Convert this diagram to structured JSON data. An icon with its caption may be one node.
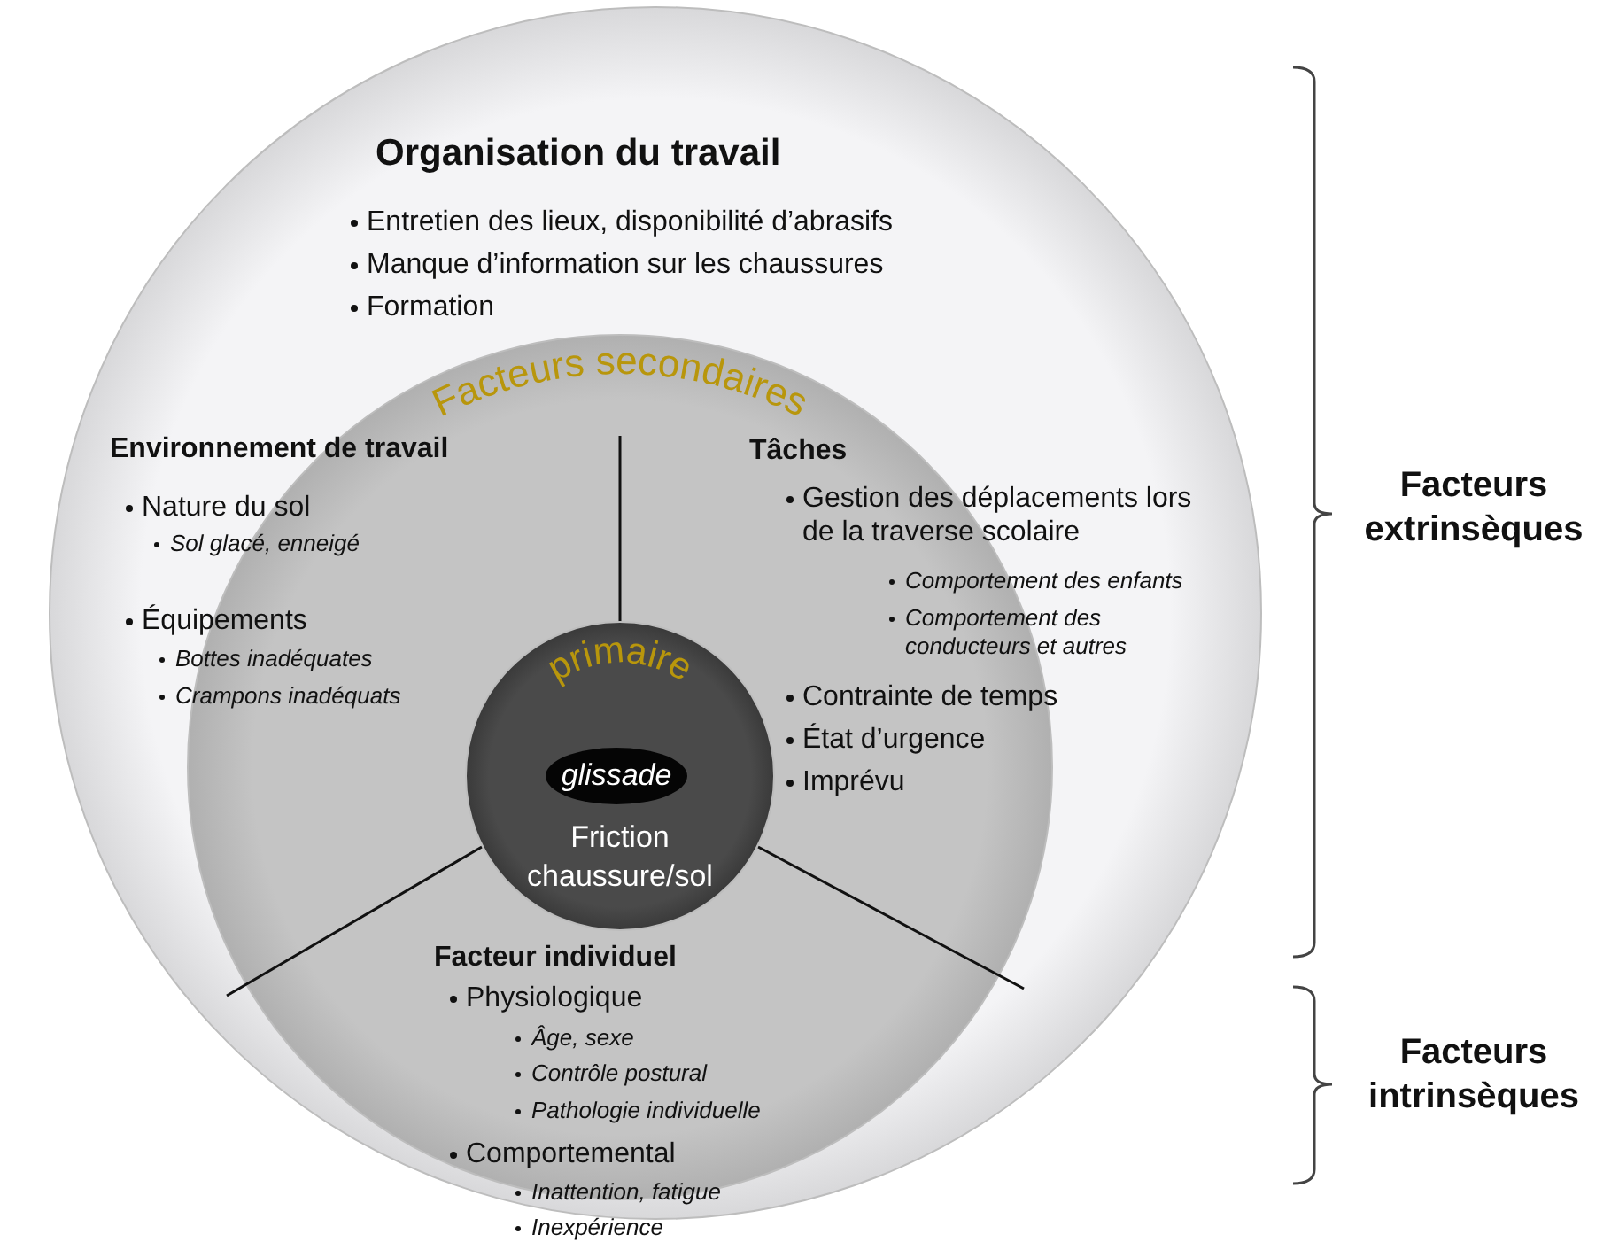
{
  "diagram": {
    "nodes": [
      {
        "text": [
          "Organisation du travail",
          "Entretien des lieux, disponibilité d’abrasifs",
          "Manque d’information sur les chaussures",
          "Formation"
        ]
      },
      {
        "text": [
          "Facteurs secondaires",
          "Environnement de travail",
          "Nature du sol",
          "Sol glacé, enneigé",
          "Équipements",
          "Bottes inadéquates",
          "Crampons inadéquats",
          "Tâches",
          "Gestion des déplacements lors de la traverse scolaire",
          "Comportement des enfants",
          "Comportement des conducteurs et autres",
          "Contrainte de temps",
          "État d’urgence",
          "Imprévu",
          "Facteur individuel",
          "Physiologique",
          "Âge, sexe",
          "Contrôle postural",
          "Pathologie individuelle",
          "Comportemental",
          "Inattention, fatigue",
          "Inexpérience"
        ],
        "in": 0
      },
      {
        "text": [
          "primaire",
          "Friction chaussure/sol"
        ],
        "in": 1
      },
      {
        "text": [
          "glissade"
        ],
        "in": 2
      }
    ],
    "edges": [],
    "labels": [
      "Facteurs extrinsèques",
      "Facteurs intrinsèques"
    ]
  }
}
